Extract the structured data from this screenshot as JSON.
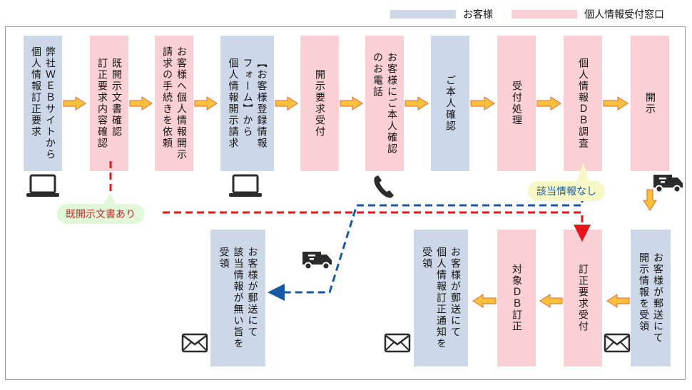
{
  "legend": [
    {
      "label": "お客様",
      "color": "#ccd8e8"
    },
    {
      "label": "個人情報受付窓口",
      "color": "#fbd0d4"
    }
  ],
  "top_row": [
    "弊社ＷＥＢサイトから\n個人情報訂正要求",
    "既開示文書確認\n訂正要求内容確認",
    "お客様へ個人情報開示\n請求の手続きを依頼",
    "【お客様登録情報\nフォーム】から\n個人情報開示請求",
    "開示要求受付",
    "お客様にご本人確認\nのお電話",
    "ご本人確認",
    "受付処理",
    "個人情報ＤＢ調査",
    "開示"
  ],
  "bottom_row": [
    "お客様が郵送にて\n該当情報が無い旨を\n受領",
    "お客様が郵送にて\n個人情報訂正通知を\n受領",
    "対象ＤＢ訂正",
    "訂正要求受付",
    "お客様が郵送にて\n開示情報を受領"
  ],
  "callouts": {
    "existing_doc": "既開示文書あり",
    "no_info": "該当情報なし"
  },
  "colors": {
    "customer": "#ccd8e8",
    "office": "#fbd0d4",
    "arrow_fill": "#fbc13b",
    "arrow_edge": "#e0683b",
    "red_dash": "#e8151b",
    "blue_dash": "#1759a6",
    "icon_dark": "#2b2b2b"
  },
  "icons": [
    "laptop-icon",
    "laptop-icon",
    "phone-icon",
    "truck-icon",
    "truck-icon",
    "envelope-icon",
    "envelope-icon"
  ]
}
